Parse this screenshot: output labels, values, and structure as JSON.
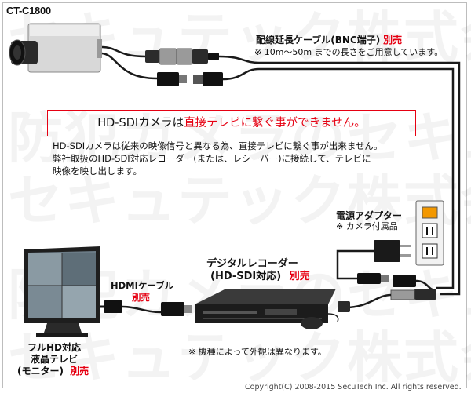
{
  "camera": {
    "model": "CT-C1800"
  },
  "bnc_cable": {
    "title": "配線延長ケーブル(BNC端子)",
    "sold_separately": "別売",
    "note": "※ 10m〜50m までの長さをご用意しています。"
  },
  "notice": {
    "prefix": "HD-SDIカメラは",
    "highlight": "直接テレビに繋ぐ事ができません。",
    "lines": [
      "HD-SDIカメラは従来の映像信号と異なる為、直接テレビに繋ぐ事が出来ません。",
      "弊社取扱のHD-SDI対応レコーダー(または、レシーバー)に接続して、テレビに",
      "映像を映し出します。"
    ]
  },
  "power_adapter": {
    "title": "電源アダプター",
    "note": "※ カメラ付属品"
  },
  "recorder": {
    "title": "デジタルレコーダー",
    "subtitle": "(HD-SDI対応)",
    "sold_separately": "別売"
  },
  "hdmi_cable": {
    "title": "HDMIケーブル",
    "sold_separately": "別売"
  },
  "monitor": {
    "line1": "フルHD対応",
    "line2": "液晶テレビ",
    "line3": "(モニター)",
    "sold_separately": "別売"
  },
  "appearance_note": "※ 機種によって外観は異なります。",
  "copyright": "Copyright(C) 2008-2015 SecuTech Inc. All rights reserved.",
  "watermark": {
    "line1": "セキュテック株式会社",
    "line2": "防犯カメラのセキュテック"
  },
  "colors": {
    "accent_red": "#e60012",
    "cable": "#1a1a1a",
    "outlet_orange": "#f39800"
  }
}
